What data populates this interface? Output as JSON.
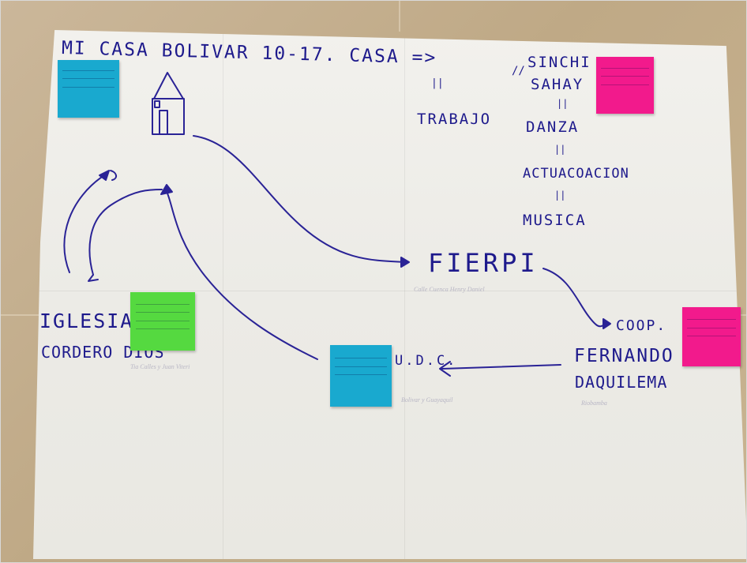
{
  "drawing": {
    "title": "MI CASA BOLIVAR 10-17. CASA =>",
    "trabajo_arrow": "||",
    "trabajo": "TRABAJO",
    "sinchi_arrow": "//",
    "sinchi": "SINCHI",
    "sahay": "SAHAY",
    "down_1": "||",
    "danza": "DANZA",
    "down_2": "||",
    "actuacion": "ACTUACOACION",
    "down_3": "||",
    "musica": "MUSICA",
    "fierpi": "FIERPI",
    "coop": "COOP.",
    "fernando": "FERNANDO",
    "daquilema": "DAQUILEMA",
    "udc": "U.D.C.",
    "iglesia": "IGLESIA",
    "cordero": "CORDERO DIOS",
    "faint_fierpi": "Calle Cuenca Henry Daniel",
    "faint_iglesia": "Tia Calles y Juan Viteri",
    "faint_udc": "Bolivar y Guayaquil",
    "faint_coop": "Riobamba"
  },
  "colors": {
    "ink": "#1e1a8c",
    "cyan_note": "#19a9cf",
    "pink_note": "#f21a8c",
    "green_note": "#55d940",
    "paper": "#eeede8",
    "floor": "#c5b08e"
  }
}
